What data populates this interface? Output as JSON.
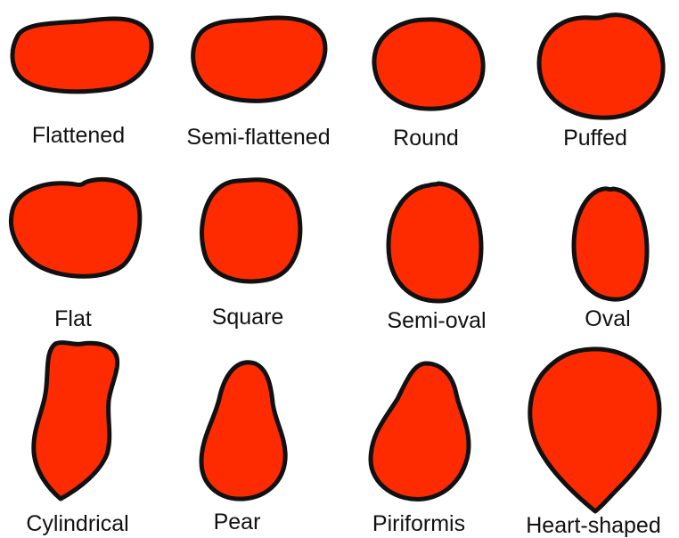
{
  "colors": {
    "fill": "#ff2b00",
    "outline": "#111111",
    "background": "#ffffff"
  },
  "shapes": [
    {
      "key": "flattened",
      "label": "Flattened"
    },
    {
      "key": "semi_flattened",
      "label": "Semi-flattened"
    },
    {
      "key": "round",
      "label": "Round"
    },
    {
      "key": "puffed",
      "label": "Puffed"
    },
    {
      "key": "flat",
      "label": "Flat"
    },
    {
      "key": "square",
      "label": "Square"
    },
    {
      "key": "semi_oval",
      "label": "Semi-oval"
    },
    {
      "key": "oval",
      "label": "Oval"
    },
    {
      "key": "cylindrical",
      "label": "Cylindrical"
    },
    {
      "key": "pear",
      "label": "Pear"
    },
    {
      "key": "piriformis",
      "label": "Piriformis"
    },
    {
      "key": "heart_shaped",
      "label": "Heart-shaped"
    }
  ]
}
